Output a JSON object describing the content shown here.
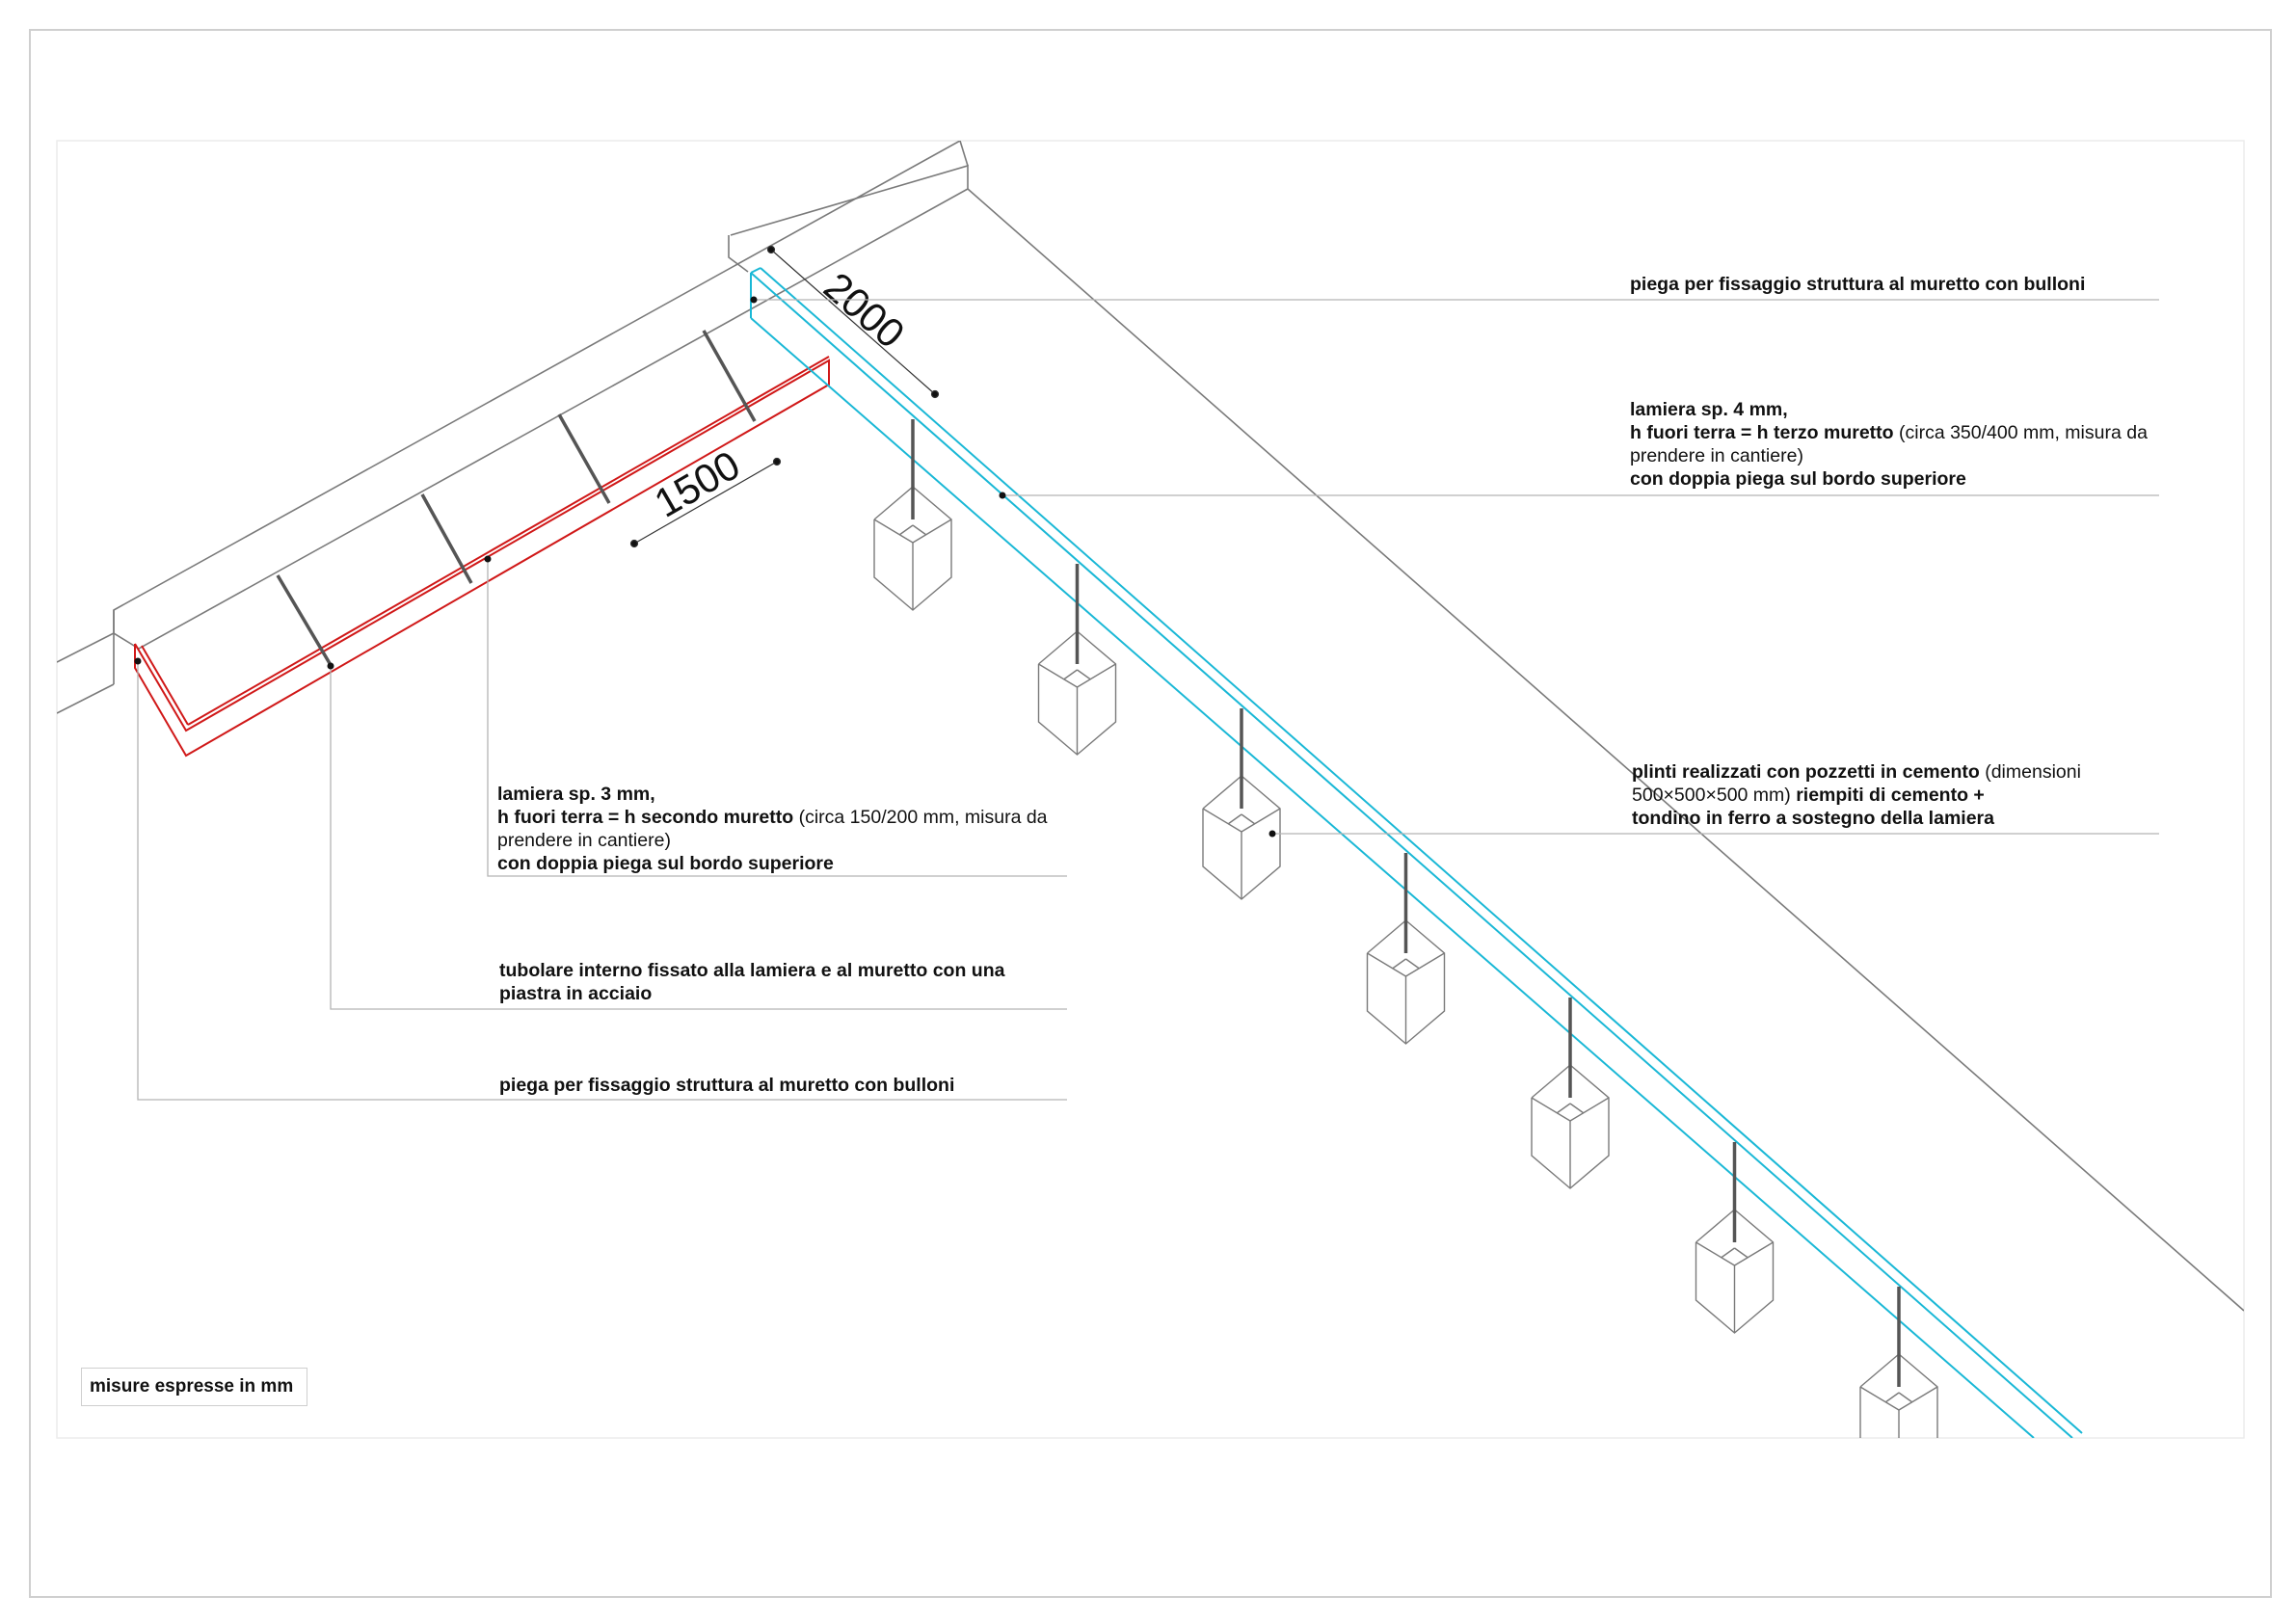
{
  "colors": {
    "accent_red": "#d01818",
    "accent_cyan": "#1ab8d6",
    "geometry": "#7a7a7a",
    "leader": "#b4b4b4"
  },
  "dimensions": {
    "d1": "2000",
    "d2": "1500"
  },
  "labels": {
    "top_fold": "piega per fissaggio struttura al muretto con bulloni",
    "sheet4": {
      "l1": "lamiera sp. 4 mm,",
      "l2_bold": "h fuori terra = h terzo muretto",
      "l2_normal": " (circa 350/400 mm, misura da",
      "l3": "prendere in cantiere)",
      "l4": "con doppia piega sul bordo superiore"
    },
    "plinths": {
      "l1_bold": "plinti realizzati con pozzetti in cemento",
      "l1_normal": " (dimensioni",
      "l2_normal": "500×500×500 mm)",
      "l2_bold": " riempiti di cemento +",
      "l3": "tondino in ferro a sostegno della lamiera"
    },
    "sheet3": {
      "l1": "lamiera sp. 3 mm,",
      "l2_bold": "h fuori terra = h secondo muretto",
      "l2_normal": " (circa 150/200 mm, misura da",
      "l3": "prendere in cantiere)",
      "l4": "con doppia piega sul bordo superiore"
    },
    "tube": {
      "l1": "tubolare interno fissato alla lamiera e al muretto con una",
      "l2": "piastra in acciaio"
    },
    "bottom_fold": "piega per fissaggio struttura al muretto con bulloni"
  },
  "note": "misure espresse in mm"
}
